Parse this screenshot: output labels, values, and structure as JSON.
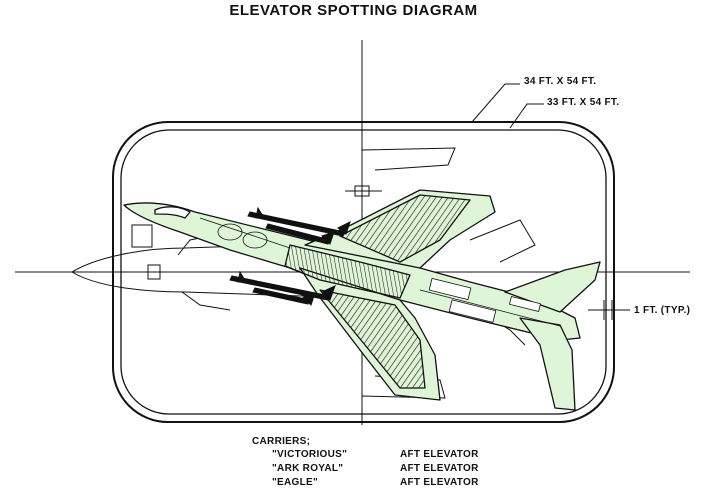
{
  "title": "ELEVATOR SPOTTING DIAGRAM",
  "dimensions": {
    "outer": "34 FT. X 54 FT.",
    "inner": "33 FT. X 54 FT.",
    "margin": "1 FT. (TYP.)"
  },
  "carriers": {
    "heading": "CARRIERS;",
    "list": [
      {
        "name": "\"VICTORIOUS\"",
        "elevator": "AFT ELEVATOR"
      },
      {
        "name": "\"ARK ROYAL\"",
        "elevator": "AFT ELEVATOR"
      },
      {
        "name": "\"EAGLE\"",
        "elevator": "AFT ELEVATOR"
      }
    ]
  },
  "colors": {
    "aircraft_fill": "#dff5d8",
    "line": "#111111"
  }
}
